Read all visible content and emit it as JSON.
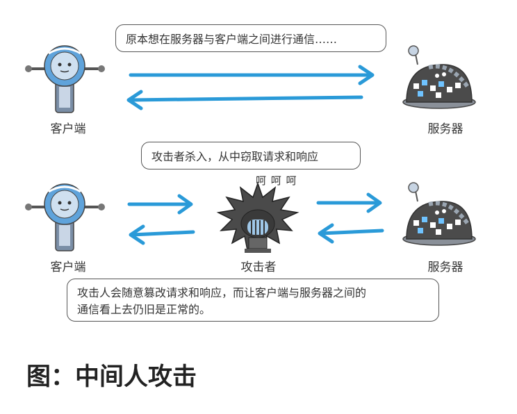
{
  "bubbles": {
    "top": "原本想在服务器与客户端之间进行通信……",
    "middle": "攻击者杀入，从中窃取请求和响应",
    "bottom_line1": "攻击人会随意篡改请求和响应，而让客户端与服务器之间的",
    "bottom_line2": "通信看上去仍旧是正常的。"
  },
  "labels": {
    "client": "客户端",
    "server": "服务器",
    "attacker": "攻击者",
    "laugh": "呵 呵 呵"
  },
  "caption": "图：中间人攻击",
  "colors": {
    "arrow": "#2a9ad8",
    "robot_body": "#6aa0d4",
    "server_body": "#555555",
    "attacker_body": "#4a4a4a"
  }
}
